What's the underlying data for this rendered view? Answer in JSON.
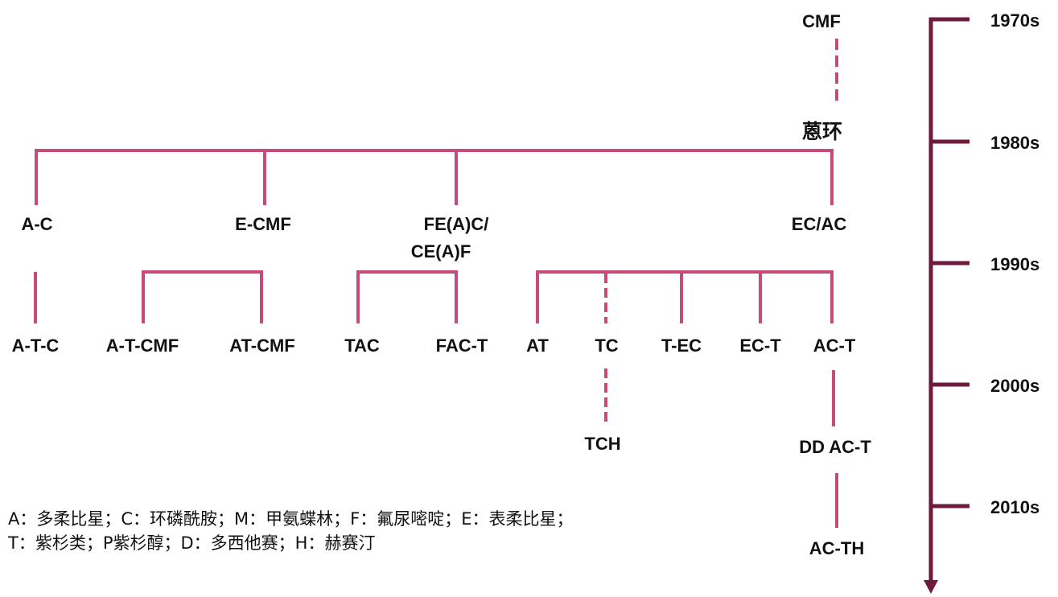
{
  "colors": {
    "tree": "#c74b7a",
    "timeline": "#6e1a3c",
    "text": "#111111"
  },
  "nodes": {
    "cmf": "CMF",
    "anthracycline": "蒽环",
    "a_c": "A-C",
    "e_cmf": "E-CMF",
    "fe_a_c_line1": "FE(A)C/",
    "fe_a_c_line2": "CE(A)F",
    "ec_ac": "EC/AC",
    "a_t_c": "A-T-C",
    "a_t_cmf": "A-T-CMF",
    "at_cmf": "AT-CMF",
    "tac": "TAC",
    "fac_t": "FAC-T",
    "at": "AT",
    "tc": "TC",
    "t_ec": "T-EC",
    "ec_t": "EC-T",
    "ac_t": "AC-T",
    "tch": "TCH",
    "dd_ac_t": "DD AC-T",
    "ac_th": "AC-TH"
  },
  "timeline": {
    "periods": [
      "1970s",
      "1980s",
      "1990s",
      "2000s",
      "2010s"
    ]
  },
  "legend": {
    "line1": "A：多柔比星；C：环磷酰胺；M：甲氨蝶林；F：氟尿嘧啶；E：表柔比星；",
    "line2": "T：紫杉类；P紫杉醇；D：多西他赛；H：赫赛汀"
  }
}
